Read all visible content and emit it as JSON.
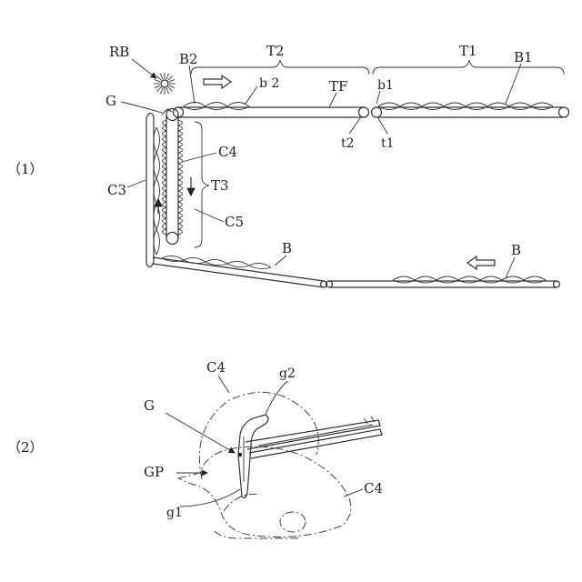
{
  "figures": [
    {
      "panel_label": "（1）",
      "labels": {
        "RB": "RB",
        "B2": "B2",
        "T2": "T2",
        "b2": "b 2",
        "TF": "TF",
        "b1": "b1",
        "T1": "T1",
        "B1": "B1",
        "G": "G",
        "C4": "C4",
        "T3": "T3",
        "C5": "C5",
        "C3": "C3",
        "t2": "t2",
        "t1": "t1",
        "B_middle": "B",
        "B_right": "B"
      }
    },
    {
      "panel_label": "（2）",
      "labels": {
        "C4_top": "C4",
        "g2": "g2",
        "G": "G",
        "GP": "GP",
        "g1": "g1",
        "C4_right": "C4"
      }
    }
  ]
}
